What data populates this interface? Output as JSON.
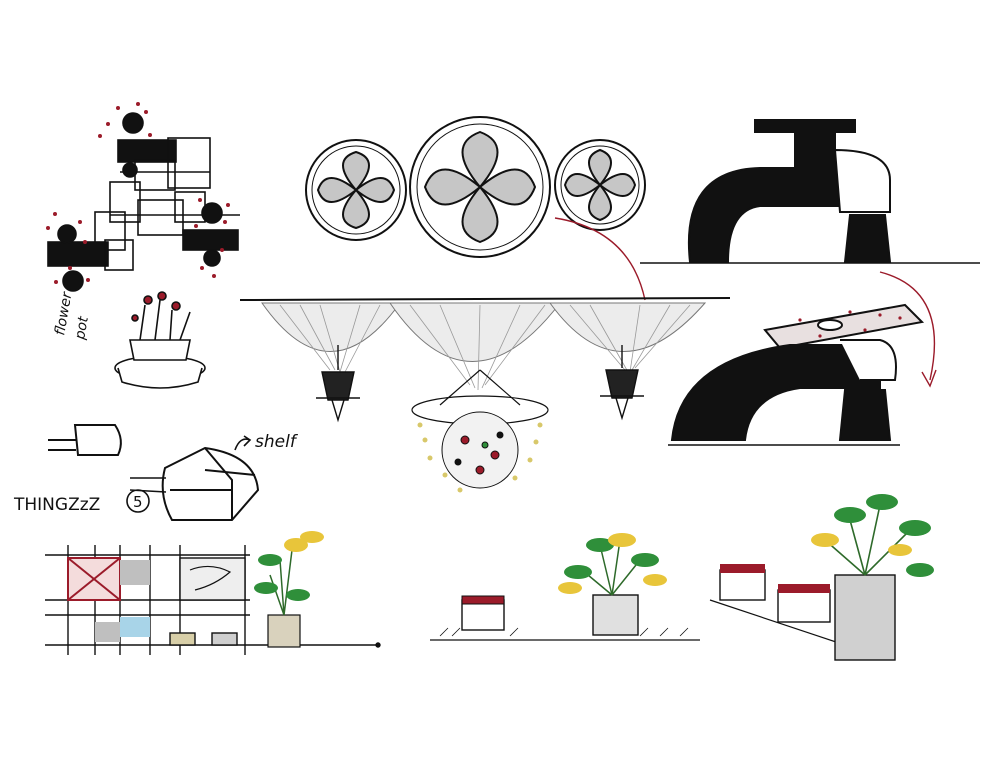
{
  "labels": {
    "flower_word_1": "flower",
    "flower_word_2": "pot",
    "shelf": "shelf",
    "thingzzz": "THINGZzZ",
    "thingzzz_number": "5"
  },
  "colors": {
    "ink": "#111111",
    "accent_red": "#9b1b2a",
    "leaf_green": "#2f8f3a",
    "leaf_yellow": "#e8c53a",
    "shade_gray": "#b8b8b8",
    "water_blue": "#a8d4e8"
  },
  "icons": [
    "modular-shelf-sketch",
    "tri-medallion-sketch",
    "faucet-sketch",
    "draped-canopy-chandelier-sketch",
    "flower-pot-sketch",
    "thingzzz-shelf-sketch",
    "grid-wall-shelf-sketch",
    "plant-planter-sketch",
    "basin-faucet-sketch",
    "planter-boxes-sketch"
  ]
}
